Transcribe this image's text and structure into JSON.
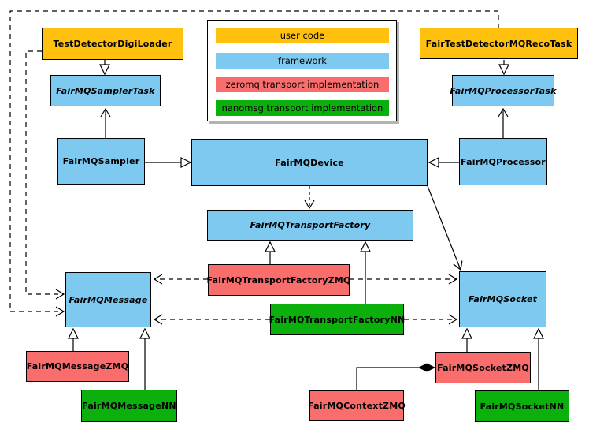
{
  "diagram": {
    "kind": "uml-class-diagram",
    "background": "#ffffff"
  },
  "palette": {
    "user_code": "#FFC10D",
    "framework": "#7EC9F0",
    "zeromq": "#F96D6D",
    "nanomsg": "#0CB00C",
    "border": "#000000",
    "line": "#000000",
    "legend_shadow": "#b3b3b3"
  },
  "legend": {
    "items": [
      {
        "label": "user code",
        "category": "user_code",
        "color": "#FFC10D"
      },
      {
        "label": "framework",
        "category": "framework",
        "color": "#7EC9F0"
      },
      {
        "label": "zeromq transport implementation",
        "category": "zeromq",
        "color": "#F96D6D"
      },
      {
        "label": "nanomsg transport implementation",
        "category": "nanomsg",
        "color": "#0CB00C"
      }
    ]
  },
  "nodes": [
    {
      "label": "TestDetectorDigiLoader",
      "category": "user_code",
      "abstract": false
    },
    {
      "label": "FairTestDetectorMQRecoTask",
      "category": "user_code",
      "abstract": false
    },
    {
      "label": "FairMQSamplerTask",
      "category": "framework",
      "abstract": true
    },
    {
      "label": "FairMQProcessorTask",
      "category": "framework",
      "abstract": true
    },
    {
      "label": "FairMQSampler",
      "category": "framework",
      "abstract": false
    },
    {
      "label": "FairMQDevice",
      "category": "framework",
      "abstract": false
    },
    {
      "label": "FairMQProcessor",
      "category": "framework",
      "abstract": false
    },
    {
      "label": "FairMQTransportFactory",
      "category": "framework",
      "abstract": true
    },
    {
      "label": "FairMQTransportFactoryZMQ",
      "category": "zeromq",
      "abstract": false
    },
    {
      "label": "FairMQTransportFactoryNN",
      "category": "nanomsg",
      "abstract": false
    },
    {
      "label": "FairMQMessage",
      "category": "framework",
      "abstract": true
    },
    {
      "label": "FairMQSocket",
      "category": "framework",
      "abstract": true
    },
    {
      "label": "FairMQMessageZMQ",
      "category": "zeromq",
      "abstract": false
    },
    {
      "label": "FairMQMessageNN",
      "category": "nanomsg",
      "abstract": false
    },
    {
      "label": "FairMQSocketZMQ",
      "category": "zeromq",
      "abstract": false
    },
    {
      "label": "FairMQSocketNN",
      "category": "nanomsg",
      "abstract": false
    },
    {
      "label": "FairMQContextZMQ",
      "category": "zeromq",
      "abstract": false
    }
  ],
  "edges": [
    {
      "from": "TestDetectorDigiLoader",
      "to": "FairMQSamplerTask",
      "style": "solid-hollow-triangle"
    },
    {
      "from": "FairTestDetectorMQRecoTask",
      "to": "FairMQProcessorTask",
      "style": "solid-hollow-triangle"
    },
    {
      "from": "FairMQSampler",
      "to": "FairMQDevice",
      "style": "solid-hollow-triangle"
    },
    {
      "from": "FairMQProcessor",
      "to": "FairMQDevice",
      "style": "solid-hollow-triangle"
    },
    {
      "from": "FairMQSampler",
      "to": "FairMQSamplerTask",
      "style": "solid-open-arrow"
    },
    {
      "from": "FairMQProcessor",
      "to": "FairMQProcessorTask",
      "style": "solid-open-arrow"
    },
    {
      "from": "FairMQDevice",
      "to": "FairMQSocket",
      "style": "solid-open-arrow"
    },
    {
      "from": "FairMQDevice",
      "to": "FairMQTransportFactory",
      "style": "dashed-open-arrow"
    },
    {
      "from": "TestDetectorDigiLoader",
      "to": "FairMQMessage",
      "style": "dashed-open-arrow"
    },
    {
      "from": "FairTestDetectorMQRecoTask",
      "to": "FairMQMessage",
      "style": "dashed-open-arrow"
    },
    {
      "from": "FairMQTransportFactoryZMQ",
      "to": "FairMQTransportFactory",
      "style": "solid-hollow-triangle"
    },
    {
      "from": "FairMQTransportFactoryNN",
      "to": "FairMQTransportFactory",
      "style": "solid-hollow-triangle"
    },
    {
      "from": "FairMQTransportFactoryZMQ",
      "to": "FairMQMessage",
      "style": "dashed-open-arrow"
    },
    {
      "from": "FairMQTransportFactoryNN",
      "to": "FairMQMessage",
      "style": "dashed-open-arrow"
    },
    {
      "from": "FairMQTransportFactoryZMQ",
      "to": "FairMQSocket",
      "style": "dashed-open-arrow"
    },
    {
      "from": "FairMQTransportFactoryNN",
      "to": "FairMQSocket",
      "style": "dashed-open-arrow"
    },
    {
      "from": "FairMQMessageZMQ",
      "to": "FairMQMessage",
      "style": "solid-hollow-triangle"
    },
    {
      "from": "FairMQMessageNN",
      "to": "FairMQMessage",
      "style": "solid-hollow-triangle"
    },
    {
      "from": "FairMQSocketZMQ",
      "to": "FairMQSocket",
      "style": "solid-hollow-triangle"
    },
    {
      "from": "FairMQSocketNN",
      "to": "FairMQSocket",
      "style": "solid-hollow-triangle"
    },
    {
      "from": "FairMQSocketZMQ",
      "to": "FairMQContextZMQ",
      "style": "solid-filled-diamond-at-source"
    }
  ]
}
